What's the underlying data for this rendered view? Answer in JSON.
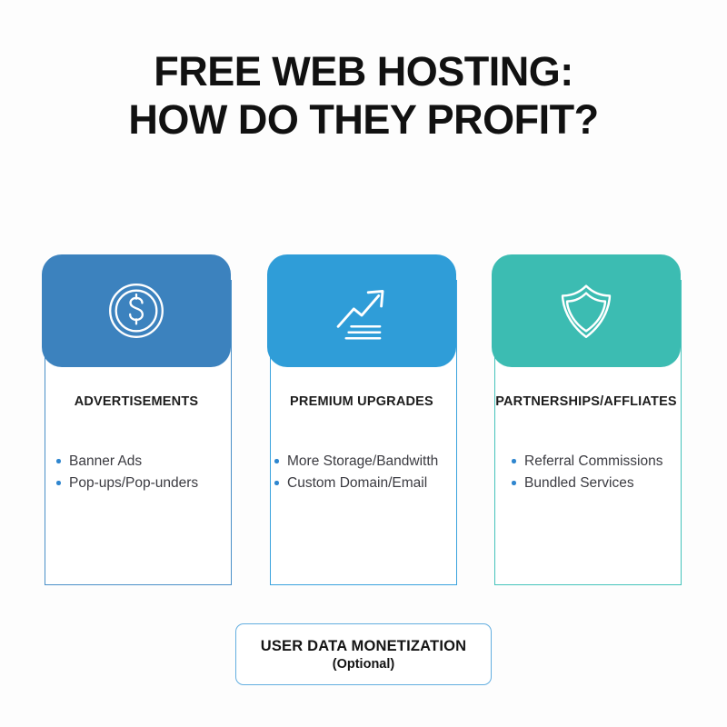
{
  "title": {
    "line1": "FREE WEB HOSTING:",
    "line2": "HOW DO THEY PROFIT?"
  },
  "colors": {
    "background": "#fdfdfd",
    "card1_accent": "#3c82be",
    "card2_accent": "#2f9dd8",
    "card3_accent": "#3cbcb2",
    "bullet": "#2f86cf",
    "footer_border": "#63aee0",
    "heading_text": "#111111",
    "body_text": "#3b3b41"
  },
  "cards": [
    {
      "icon": "dollar-coin-icon",
      "title": "ADVERTISEMENTS",
      "items": [
        "Banner Ads",
        "Pop-ups/Pop-unders"
      ]
    },
    {
      "icon": "growth-arrow-chart-icon",
      "title": "PREMIUM UPGRADES",
      "items": [
        "More Storage/Bandwitth",
        "Custom Domain/Email"
      ]
    },
    {
      "icon": "shield-icon",
      "title": "PARTNERSHIPS/AFFLIATES",
      "items": [
        "Referral Commissions",
        "Bundled Services"
      ]
    }
  ],
  "footer": {
    "title": "USER DATA MONETIZATION",
    "subtitle": "(Optional)"
  }
}
